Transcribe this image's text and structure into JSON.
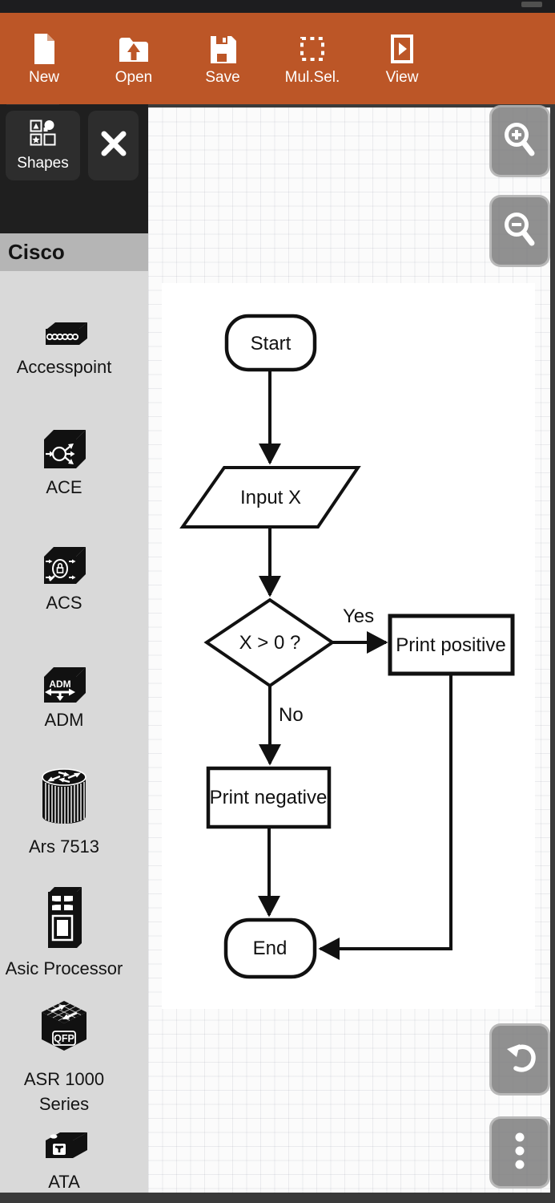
{
  "status_bar": {
    "battery_icon": "battery-icon"
  },
  "toolbar": {
    "bg_color": "#bc5627",
    "items": [
      {
        "label": "New",
        "icon": "new-file-icon"
      },
      {
        "label": "Open",
        "icon": "open-file-icon"
      },
      {
        "label": "Save",
        "icon": "save-icon"
      },
      {
        "label": "Mul.Sel.",
        "icon": "multi-select-icon"
      },
      {
        "label": "View",
        "icon": "view-icon"
      }
    ]
  },
  "sidebar": {
    "shapes_button": {
      "label": "Shapes",
      "icon": "shapes-grid-icon"
    },
    "close_icon": "close-icon",
    "category": "Cisco",
    "items": [
      {
        "label": "Accesspoint",
        "icon": "cisco-accesspoint-icon"
      },
      {
        "label": "ACE",
        "icon": "cisco-ace-icon"
      },
      {
        "label": "ACS",
        "icon": "cisco-acs-icon"
      },
      {
        "label": "ADM",
        "icon": "cisco-adm-icon"
      },
      {
        "label": "Ars 7513",
        "icon": "cisco-ars-7513-icon"
      },
      {
        "label": "Asic Processor",
        "icon": "cisco-asic-processor-icon"
      },
      {
        "label": "ASR 1000 Series",
        "icon": "cisco-asr-1000-series-icon"
      },
      {
        "label": "ATA",
        "icon": "cisco-ata-icon"
      }
    ]
  },
  "canvas": {
    "flowchart": {
      "nodes": [
        {
          "id": "start",
          "type": "terminator",
          "label": "Start"
        },
        {
          "id": "input-x",
          "type": "parallelogram",
          "label": "Input X"
        },
        {
          "id": "decision",
          "type": "diamond",
          "label": "X > 0 ?"
        },
        {
          "id": "print-positive",
          "type": "process",
          "label": "Print positive"
        },
        {
          "id": "print-negative",
          "type": "process",
          "label": "Print negative"
        },
        {
          "id": "end",
          "type": "terminator",
          "label": "End"
        }
      ],
      "edges": [
        {
          "from": "start",
          "to": "input-x",
          "label": ""
        },
        {
          "from": "input-x",
          "to": "decision",
          "label": ""
        },
        {
          "from": "decision",
          "to": "print-positive",
          "label": "Yes"
        },
        {
          "from": "decision",
          "to": "print-negative",
          "label": "No"
        },
        {
          "from": "print-negative",
          "to": "end",
          "label": ""
        },
        {
          "from": "print-positive",
          "to": "end",
          "label": ""
        }
      ]
    }
  },
  "floating_controls": {
    "icons": [
      "zoom-in-icon",
      "zoom-out-icon",
      "undo-icon",
      "more-vertical-icon"
    ]
  }
}
